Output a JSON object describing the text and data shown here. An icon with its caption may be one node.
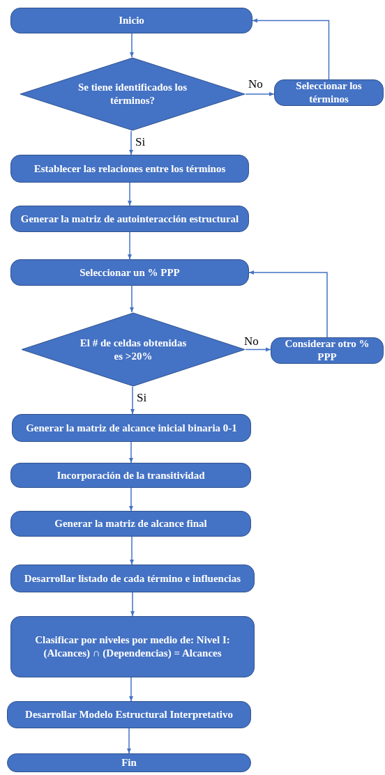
{
  "diagram": {
    "nodes": [
      {
        "text": [
          "Inicio"
        ]
      },
      {
        "text": [
          "Se tiene identificados los términos?"
        ]
      },
      {
        "text": [
          "Seleccionar los términos"
        ]
      },
      {
        "text": [
          "Establecer las relaciones entre los términos"
        ]
      },
      {
        "text": [
          "Generar la matriz de autointeracción estructural"
        ]
      },
      {
        "text": [
          "Seleccionar un % PPP"
        ]
      },
      {
        "text": [
          "El # de celdas obtenidas es >20%"
        ]
      },
      {
        "text": [
          "Considerar otro % PPP"
        ]
      },
      {
        "text": [
          "Generar la matriz de alcance inicial binaria 0-1"
        ]
      },
      {
        "text": [
          "Incorporación de la transitividad"
        ]
      },
      {
        "text": [
          "Generar la matriz de alcance final"
        ]
      },
      {
        "text": [
          "Desarrollar listado de cada término e influencias"
        ]
      },
      {
        "text": [
          "Clasificar por niveles por medio de: Nivel I: (Alcances) ∩ (Dependencias) = Alcances"
        ]
      },
      {
        "text": [
          "Desarrollar Modelo Estructural Interpretativo"
        ]
      },
      {
        "text": [
          "Fin"
        ]
      }
    ],
    "edges": [
      {
        "from": 0,
        "to": 1,
        "arrow": "to"
      },
      {
        "from": 1,
        "to": 2,
        "arrow": "to",
        "label": "No"
      },
      {
        "from": 2,
        "to": 0,
        "arrow": "to"
      },
      {
        "from": 1,
        "to": 3,
        "arrow": "to",
        "label": "Si"
      },
      {
        "from": 3,
        "to": 4,
        "arrow": "to"
      },
      {
        "from": 4,
        "to": 5,
        "arrow": "to"
      },
      {
        "from": 5,
        "to": 6,
        "arrow": "to"
      },
      {
        "from": 6,
        "to": 7,
        "arrow": "to",
        "label": "No"
      },
      {
        "from": 7,
        "to": 5,
        "arrow": "to"
      },
      {
        "from": 6,
        "to": 8,
        "arrow": "to",
        "label": "Si"
      },
      {
        "from": 8,
        "to": 9,
        "arrow": "to"
      },
      {
        "from": 9,
        "to": 10,
        "arrow": "to"
      },
      {
        "from": 10,
        "to": 11,
        "arrow": "to"
      },
      {
        "from": 11,
        "to": 12,
        "arrow": "to"
      },
      {
        "from": 12,
        "to": 13,
        "arrow": "to"
      },
      {
        "from": 13,
        "to": 14,
        "arrow": "to"
      }
    ]
  }
}
